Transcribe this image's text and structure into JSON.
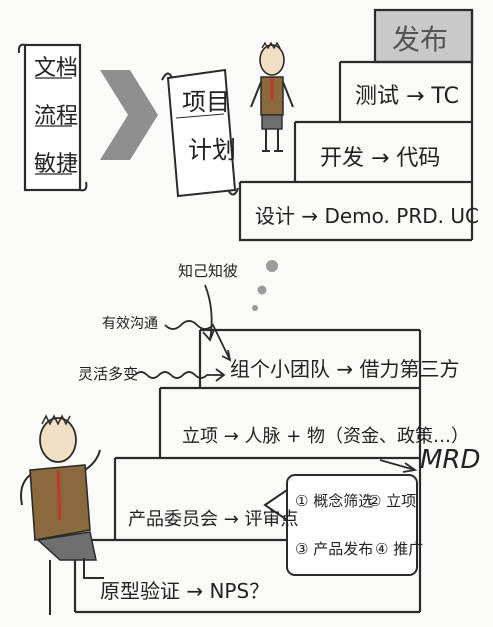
{
  "doc_scroll": {
    "lines": [
      "文档",
      "流程",
      "敏捷"
    ]
  },
  "project_scroll": {
    "lines": [
      "项目",
      "计划"
    ]
  },
  "top_stairs": {
    "steps": [
      {
        "label": "发布",
        "fill": "#c9c9c9"
      },
      {
        "label": "测试 → TC"
      },
      {
        "label": "开发 → 代码"
      },
      {
        "label": "设计 → Demo. PRD. UC"
      }
    ]
  },
  "bottom_stairs": {
    "steps": [
      {
        "label": "组个小团队 → 借力第三方"
      },
      {
        "label": "立项 → 人脉 + 物（资金、政策…）"
      },
      {
        "label": "产品委员会 → 评审点"
      },
      {
        "label": "原型验证 → NPS？"
      }
    ]
  },
  "annotations": {
    "know_how": "知己知彼",
    "effective_comm": "有效沟通",
    "flexible": "灵活多变",
    "mrd": "MRD"
  },
  "review_points": [
    "① 概念筛选",
    "② 立项",
    "③ 产品发布",
    "④ 推广"
  ],
  "colors": {
    "ink": "#2b2b2b",
    "paper": "#fafaf8",
    "arrow_grey": "#8f8f8f",
    "shade_grey": "#c9c9c9",
    "skin": "#f1dfc4",
    "vest_brown": "#8a6a3c",
    "pants_grey": "#6f6f6f",
    "tie_red": "#c0392b"
  }
}
